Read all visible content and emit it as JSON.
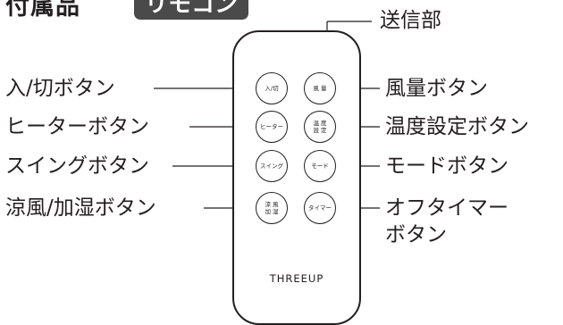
{
  "header": {
    "title": "付属品",
    "badge": "リモコン"
  },
  "remote": {
    "brand": "THREEUP",
    "buttons": {
      "power": "入/切",
      "fan_speed": "風 量",
      "heater": "ヒーター",
      "temperature": "温 度\n設 定",
      "swing": "スイング",
      "mode": "モード",
      "cool_humidify": "涼 風\n加 湿",
      "off_timer": "タイマー"
    }
  },
  "callouts": {
    "transmitter": "送信部",
    "power": "入/切ボタン",
    "fan_speed": "風量ボタン",
    "heater": "ヒーターボタン",
    "temperature": "温度設定ボタン",
    "swing": "スイングボタン",
    "mode": "モードボタン",
    "cool_humidify": "涼風/加湿ボタン",
    "off_timer": "オフタイマー\nボタン"
  }
}
